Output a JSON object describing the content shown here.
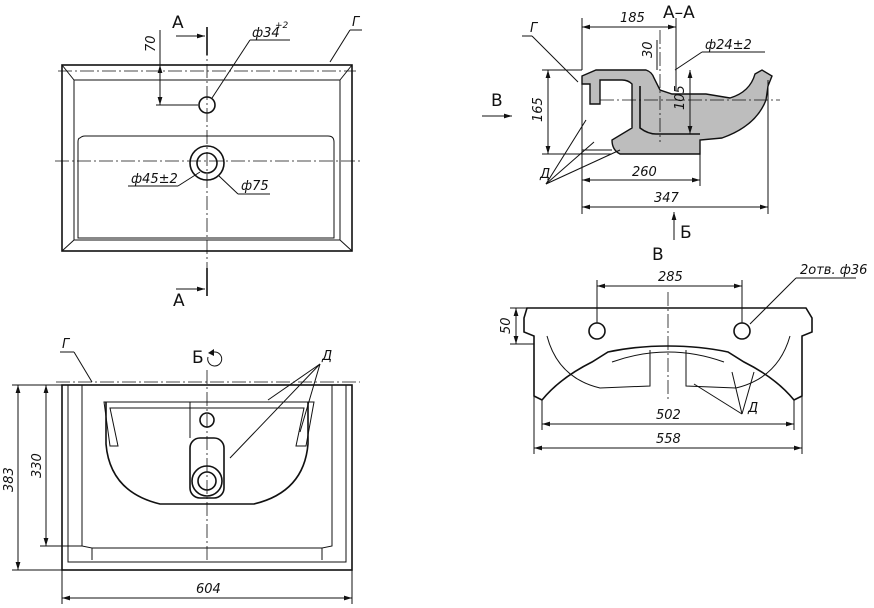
{
  "top_view": {
    "section_mark_top": "А",
    "section_mark_bottom": "А",
    "dim_70": "70",
    "hole_small": "ф34",
    "hole_small_tol": "+2",
    "hole_drain": "ф45±2",
    "hole_drain_outer": "ф75",
    "edge_mark": "Г"
  },
  "section_view": {
    "title": "А–А",
    "dim_185": "185",
    "dim_30": "30",
    "hole": "ф24±2",
    "dim_105": "105",
    "dim_165": "165",
    "dim_260": "260",
    "dim_347": "347",
    "view_b_arrow": "В",
    "view_bb_arrow": "Б",
    "edge_mark": "Г",
    "surface_mark": "Д"
  },
  "front_view": {
    "title": "В",
    "dim_285": "285",
    "holes": "2отв. ф36",
    "dim_50": "50",
    "dim_502": "502",
    "dim_558": "558",
    "surface_mark": "Д"
  },
  "bottom_view": {
    "title": "Б",
    "edge_mark": "Г",
    "surface_mark": "Д",
    "dim_383": "383",
    "dim_330": "330",
    "dim_604": "604"
  }
}
